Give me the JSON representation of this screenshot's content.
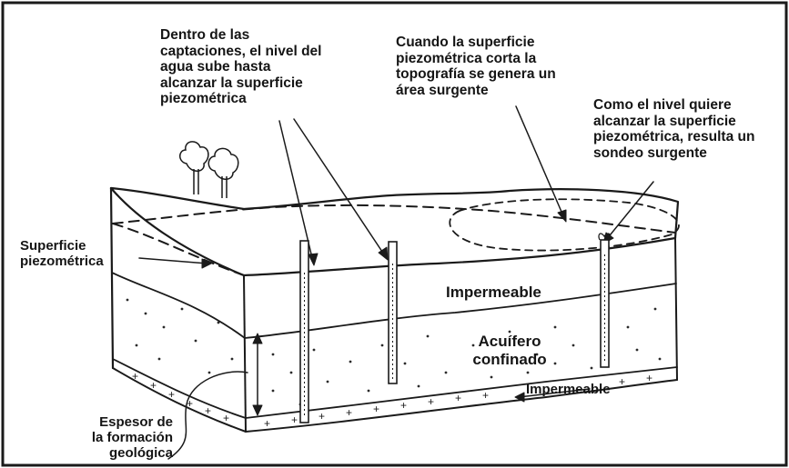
{
  "annotations": {
    "wells_inside": "Dentro de las\ncaptaciones, el nivel del\nagua sube hasta\nalcanzar la superficie\npiezométrica",
    "artesian_area": "Cuando la superficie\npiezométrica corta la\ntopografía se genera un\nárea surgente",
    "artesian_well": "Como el nivel quiere\nalcanzar la superficie\npiezométrica, resulta un\nsondeo surgente"
  },
  "labels": {
    "piezometric_surface": "Superficie\npiezométrica",
    "thickness": "Espesor de\nla formación\ngeológica",
    "impermeable_top": "Impermeable",
    "confined_aquifer": "Acuífero\nconfinado",
    "impermeable_bottom": "Impermeable"
  },
  "colors": {
    "ink": "#151515",
    "background": "#ffffff",
    "frame": "#1a1a1a"
  }
}
